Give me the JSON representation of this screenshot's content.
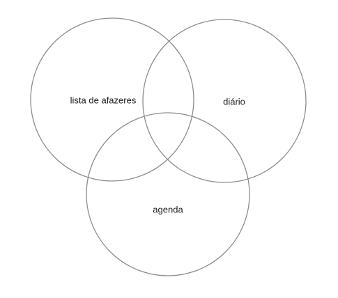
{
  "diagram": {
    "type": "venn",
    "line_color": "#8c8c8c",
    "text_color": "#1a1a1a",
    "background": "#ffffff",
    "sets": [
      {
        "id": "todo",
        "label": "lista de afazeres"
      },
      {
        "id": "diary",
        "label": "diário"
      },
      {
        "id": "agenda",
        "label": "agenda"
      }
    ]
  }
}
